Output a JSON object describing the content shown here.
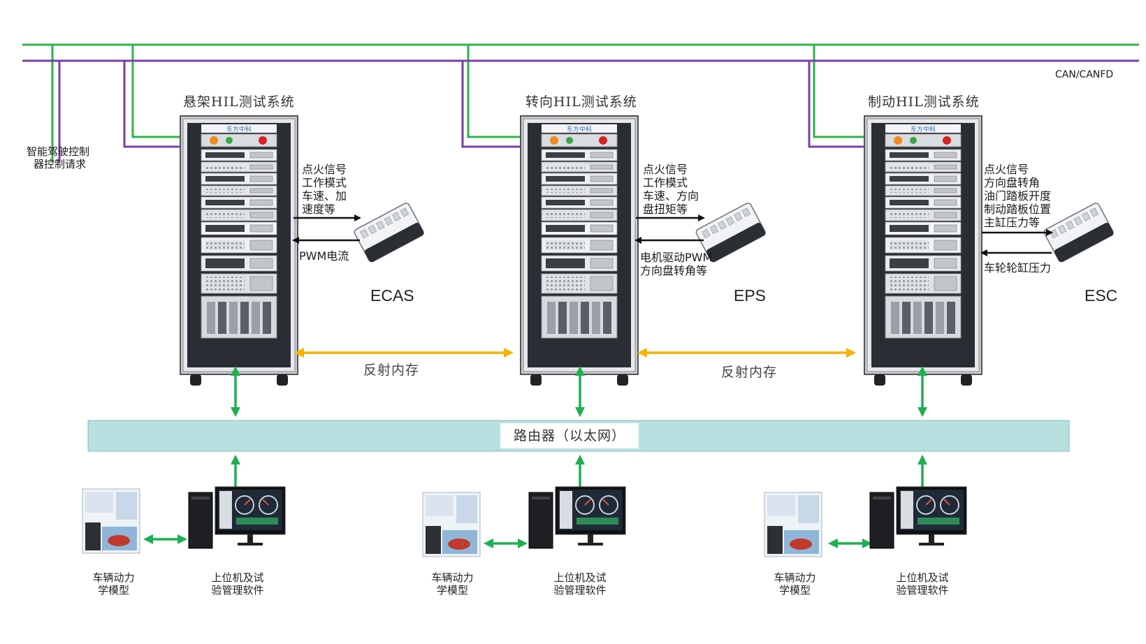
{
  "bus": {
    "label": "CAN/CANFD"
  },
  "adas_request": {
    "line1": "智能驾驶控制",
    "line2": "器控制请求"
  },
  "systems": [
    {
      "title": "悬架HIL测试系统",
      "ecu": "ECAS",
      "signals_out": [
        "点火信号",
        "工作模式",
        "车速、加",
        "速度等"
      ],
      "signals_in": [
        "PWM电流"
      ]
    },
    {
      "title": "转向HIL测试系统",
      "ecu": "EPS",
      "signals_out": [
        "点火信号",
        "工作模式",
        "车速、方向",
        "盘扭矩等"
      ],
      "signals_in": [
        "电机驱动PWM",
        "方向盘转角等"
      ]
    },
    {
      "title": "制动HIL测试系统",
      "ecu": "ESC",
      "signals_out": [
        "点火信号",
        "方向盘转角",
        "油门踏板开度",
        "制动踏板位置",
        "主缸压力等"
      ],
      "signals_in": [
        "车轮轮缸压力"
      ]
    }
  ],
  "reflective_memory": [
    "反射内存",
    "反射内存"
  ],
  "router": {
    "label": "路由器（以太网）"
  },
  "workstations": [
    {
      "model_caption": [
        "车辆动力",
        "学模型"
      ],
      "host_caption": [
        "上位机及试",
        "验管理软件"
      ]
    },
    {
      "model_caption": [
        "车辆动力",
        "学模型"
      ],
      "host_caption": [
        "上位机及试",
        "验管理软件"
      ]
    },
    {
      "model_caption": [
        "车辆动力",
        "学模型"
      ],
      "host_caption": [
        "上位机及试",
        "验管理软件"
      ]
    }
  ],
  "rack_brand": "东方中科",
  "colors": {
    "can_bus": "#2db34a",
    "canfd_bus": "#7b3fa6",
    "reflective_memory": "#f5b400",
    "ethernet": "#1eb050",
    "router_fill": "#b9e0e0"
  }
}
